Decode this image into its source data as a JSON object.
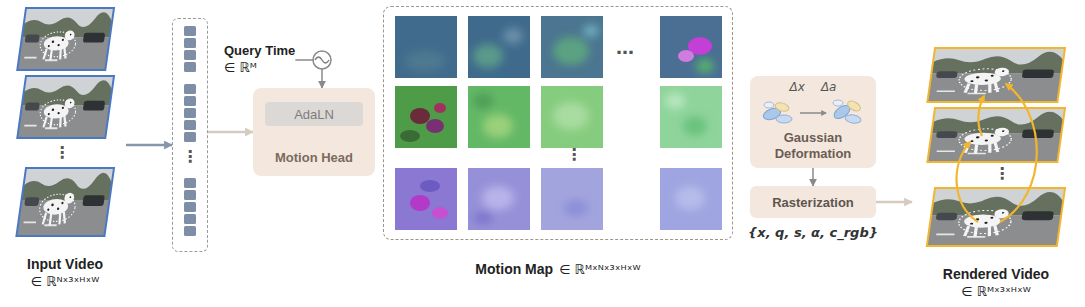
{
  "diagram": {
    "nodes": [
      {
        "text": [
          "Input Video",
          "∈ ℝᴺˣ³ˣᴴˣᵂ"
        ]
      },
      {
        "text": [
          "⋮"
        ]
      },
      {
        "text": [
          "Motion Head"
        ]
      },
      {
        "text": [
          "AdaLN"
        ],
        "in": 2
      },
      {
        "text": [
          "Query Time",
          "∈ ℝᴹ"
        ]
      },
      {
        "text": [
          "Motion Map",
          "∈ ℝᴹˣᴺˣ³ˣᴴˣᵂ"
        ]
      },
      {
        "text": [
          "Δx",
          "Δa",
          "Gaussian Deformation"
        ]
      },
      {
        "text": [
          "Rasterization"
        ]
      },
      {
        "text": [
          "Rendered Video",
          "∈ ℝᴹˣ³ˣᴴˣᵂ"
        ]
      }
    ],
    "edges": [
      {
        "from": 0,
        "to": 1,
        "arrow": "to"
      },
      {
        "from": 1,
        "to": 2,
        "arrow": "to"
      },
      {
        "from": 4,
        "to": 2,
        "arrow": "to"
      },
      {
        "from": 6,
        "to": 7,
        "arrow": "to"
      },
      {
        "from": 7,
        "to": 8,
        "arrow": "to"
      }
    ],
    "labels": [
      "⋮",
      "…",
      "⋮",
      "{x, q, s, α, c_rgb}",
      "⋮"
    ]
  }
}
